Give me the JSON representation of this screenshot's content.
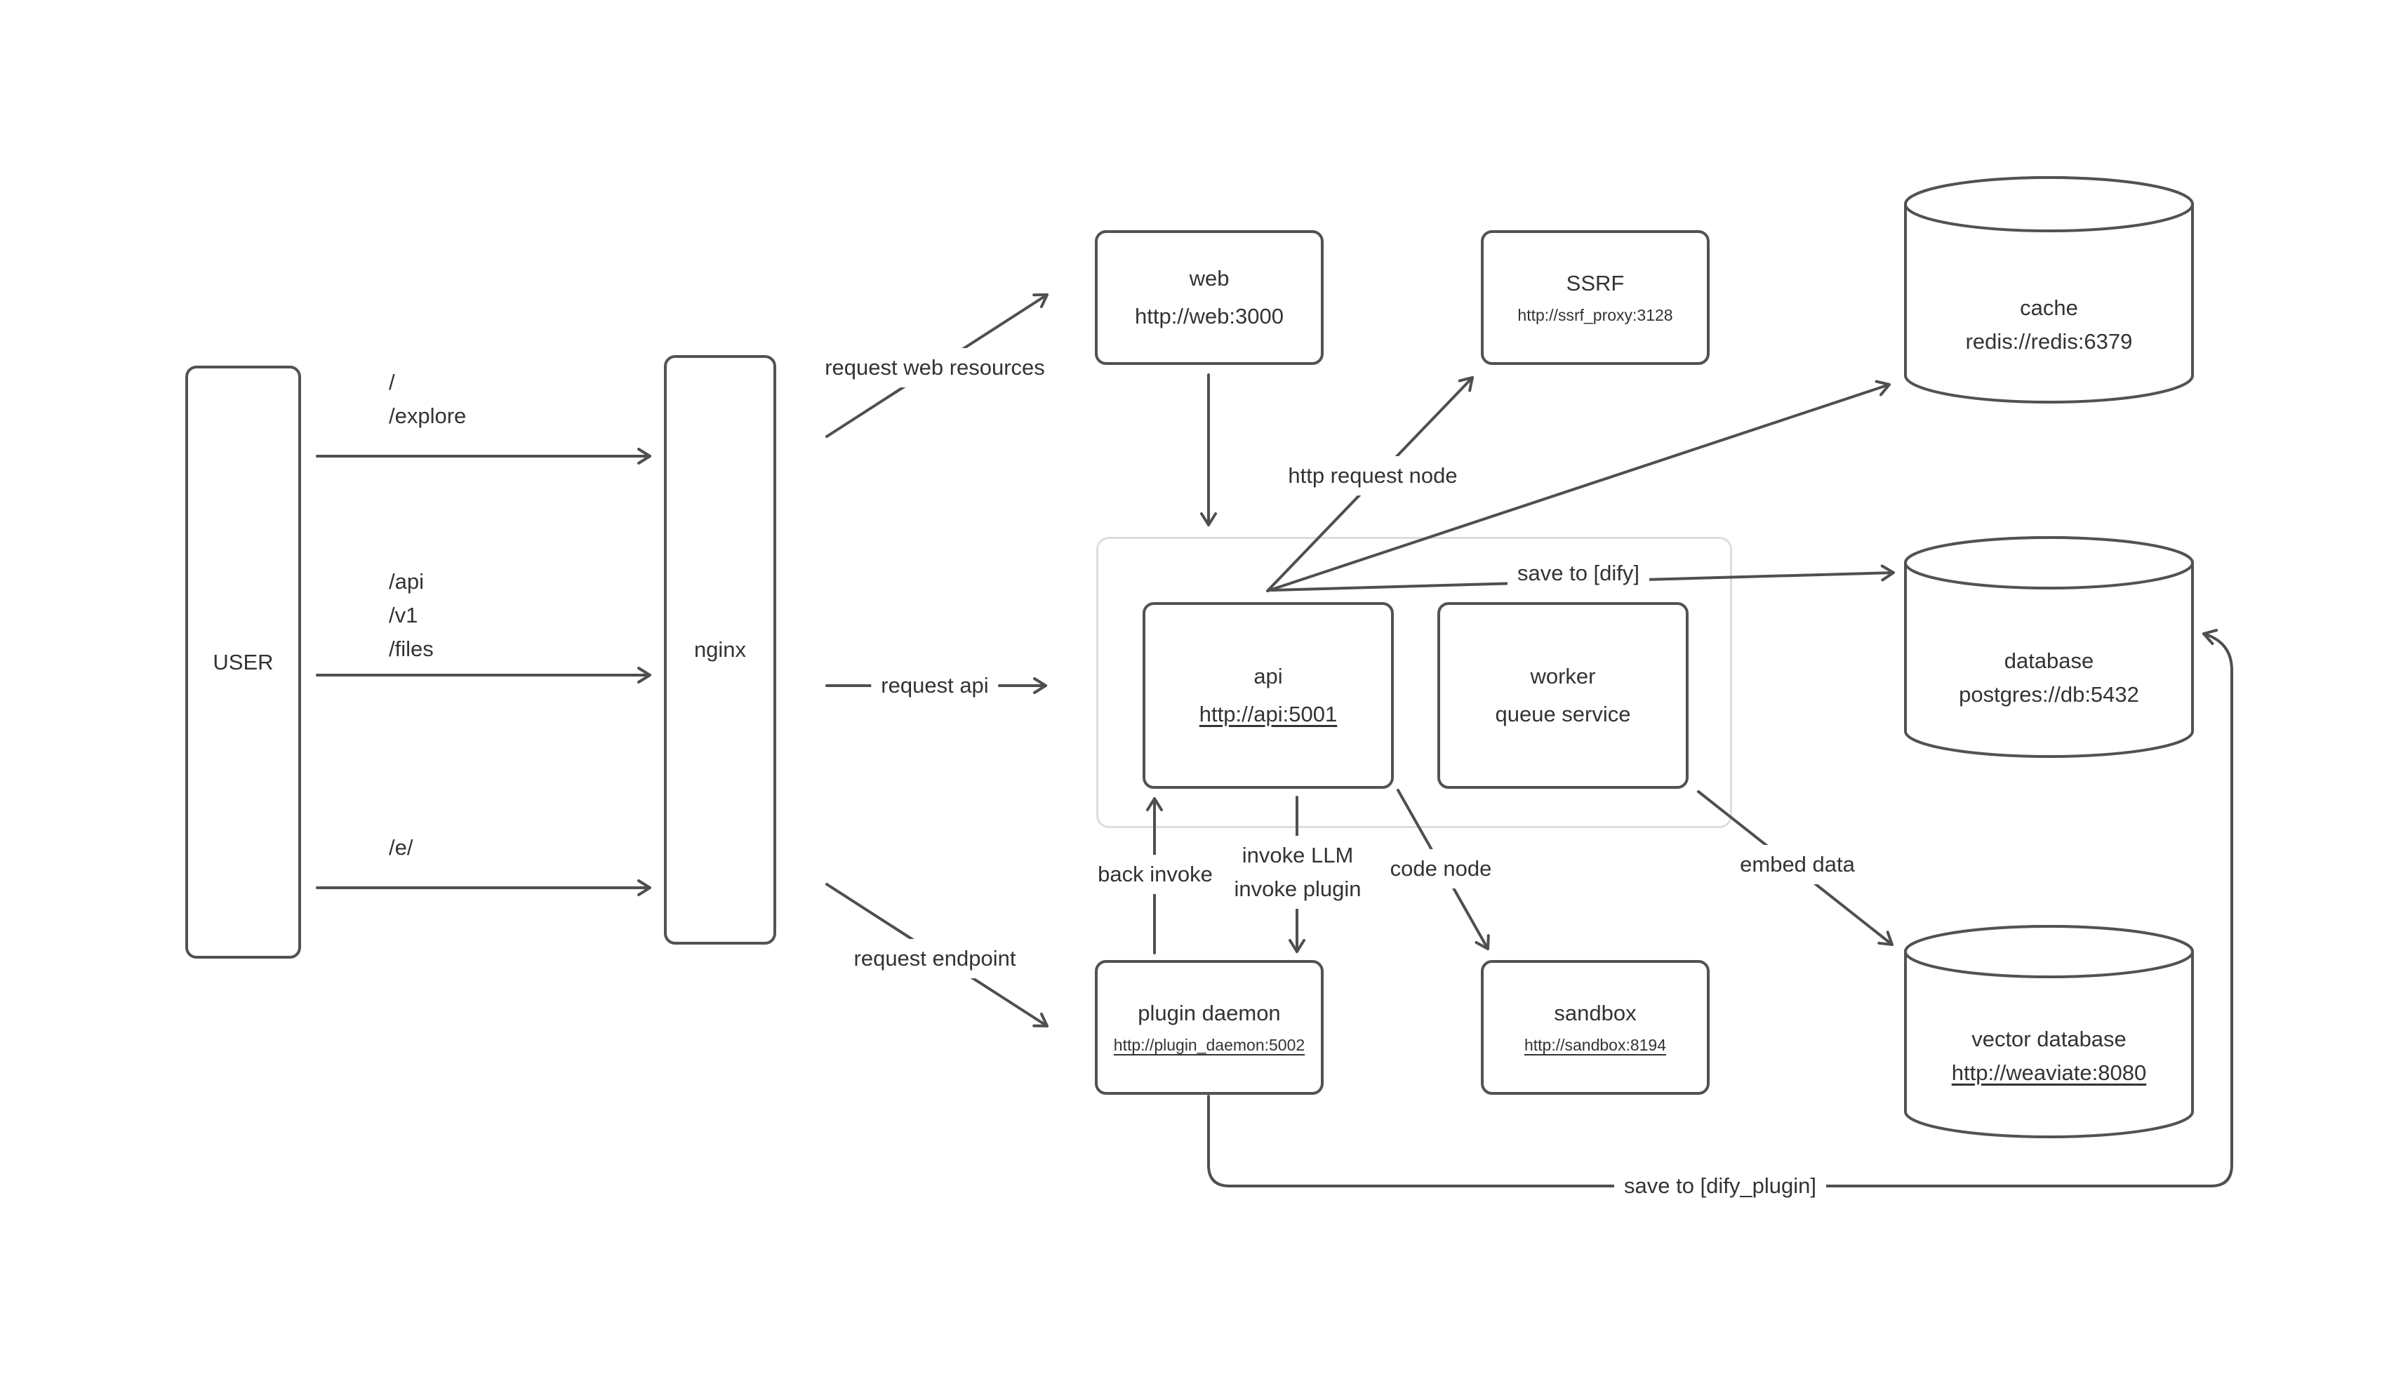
{
  "colors": {
    "line": "#4f4f4f",
    "box_border": "#525252",
    "group_border": "#dddddd",
    "text": "#333333",
    "background": "#ffffff"
  },
  "nodes": {
    "user": {
      "label": "USER"
    },
    "nginx": {
      "label": "nginx"
    },
    "web": {
      "title": "web",
      "url": "http://web:3000"
    },
    "ssrf": {
      "title": "SSRF",
      "url": "http://ssrf_proxy:3128"
    },
    "cache": {
      "title": "cache",
      "url": "redis://redis:6379"
    },
    "api": {
      "title": "api",
      "url": "http://api:5001"
    },
    "worker": {
      "title": "worker",
      "subtitle": "queue service"
    },
    "database": {
      "title": "database",
      "url": "postgres://db:5432"
    },
    "plugin_daemon": {
      "title": "plugin daemon",
      "url": "http://plugin_daemon:5002"
    },
    "sandbox": {
      "title": "sandbox",
      "url": "http://sandbox:8194"
    },
    "vector_database": {
      "title": "vector database",
      "url": "http://weaviate:8080"
    }
  },
  "routes": {
    "web": {
      "line1": "/",
      "line2": "/explore"
    },
    "api": {
      "line1": "/api",
      "line2": "/v1",
      "line3": "/files"
    },
    "extension": {
      "line1": "/e/"
    }
  },
  "edges": {
    "request_web_resources": "request web resources",
    "request_api": "request api",
    "request_endpoint": "request endpoint",
    "http_request_node": "http request node",
    "save_to_dify": "save to [dify]",
    "back_invoke": "back invoke",
    "invoke_llm": "invoke LLM",
    "invoke_plugin": "invoke plugin",
    "code_node": "code node",
    "embed_data": "embed data",
    "save_to_dify_plugin": "save to [dify_plugin]"
  }
}
